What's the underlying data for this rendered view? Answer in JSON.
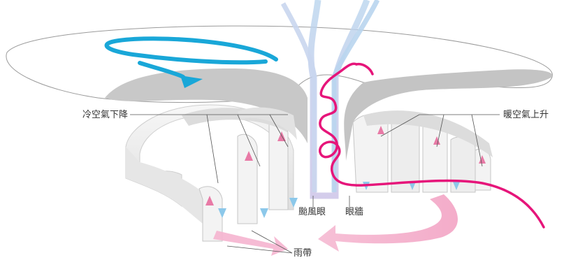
{
  "labels": {
    "cold_air_sinking": "冷空氣下降",
    "warm_air_rising": "暖空氣上升",
    "typhoon_eye": "颱風眼",
    "eye_wall": "眼牆",
    "rain_band": "雨帶"
  },
  "colors": {
    "outflow_arrow": "#19a7d8",
    "inflow_spiral": "#e6157a",
    "updraft_arrow": "#e87aa6",
    "downdraft_arrow": "#8cc8ea",
    "surface_inflow": "#f5b4cf",
    "cloud_shadow": "#bdbdbd",
    "cloud_face": "#ececec",
    "top_disk_outline": "#9a9a9a",
    "eye_column": "#b9d5ee"
  }
}
